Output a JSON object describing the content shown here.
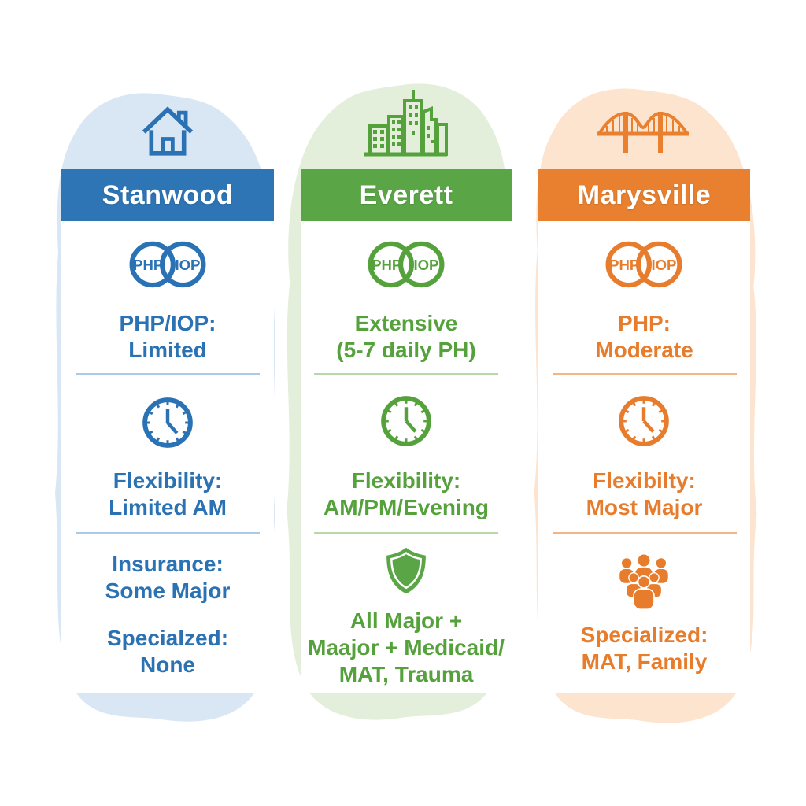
{
  "columns": [
    {
      "id": "stanwood",
      "header": "Stanwood",
      "top_icon": "house-icon",
      "accent_color": "#2a72b4",
      "bar_color": "#2e75b6",
      "tint_color": "#d9e7f5",
      "divider_color": "#a9cbe8",
      "venn": {
        "left": "PHP",
        "right": "IOP"
      },
      "sections": [
        {
          "icon": "php-iop-venn-icon",
          "lines": [
            "PHP/IOP:",
            "Limited"
          ]
        },
        {
          "icon": "clock-icon",
          "lines": [
            "Flexibility:",
            "Limited AM"
          ]
        },
        {
          "icon": null,
          "lines": [
            "Insurance:",
            "Some Major"
          ]
        },
        {
          "icon": null,
          "lines": [
            "Specialzed:",
            "None"
          ]
        }
      ]
    },
    {
      "id": "everett",
      "header": "Everett",
      "top_icon": "city-buildings-icon",
      "accent_color": "#55a13c",
      "bar_color": "#5aa646",
      "tint_color": "#e3efdb",
      "divider_color": "#b9d8a8",
      "venn": {
        "left": "PHP",
        "right": "IOP"
      },
      "sections": [
        {
          "icon": "php-iop-venn-icon",
          "lines": [
            "Extensive",
            "(5-7 daily PH)"
          ]
        },
        {
          "icon": "clock-icon",
          "lines": [
            "Flexibility:",
            "AM/PM/Evening"
          ]
        },
        {
          "icon": "shield-icon",
          "lines": [
            "All Major +",
            "Maajor + Medicaid/",
            "MAT, Trauma"
          ]
        }
      ]
    },
    {
      "id": "marysville",
      "header": "Marysville",
      "top_icon": "bridge-icon",
      "accent_color": "#e67c2c",
      "bar_color": "#e8802f",
      "tint_color": "#fce4cf",
      "divider_color": "#f2b586",
      "venn": {
        "left": "PHP",
        "right": "IOP"
      },
      "sections": [
        {
          "icon": "php-iop-venn-icon",
          "lines": [
            "PHP:",
            "Moderate"
          ]
        },
        {
          "icon": "clock-icon",
          "lines": [
            "Flexibilty:",
            "Most Major"
          ]
        },
        {
          "icon": "people-group-icon",
          "lines": [
            "Specialized:",
            "MAT, Family"
          ]
        }
      ]
    }
  ]
}
